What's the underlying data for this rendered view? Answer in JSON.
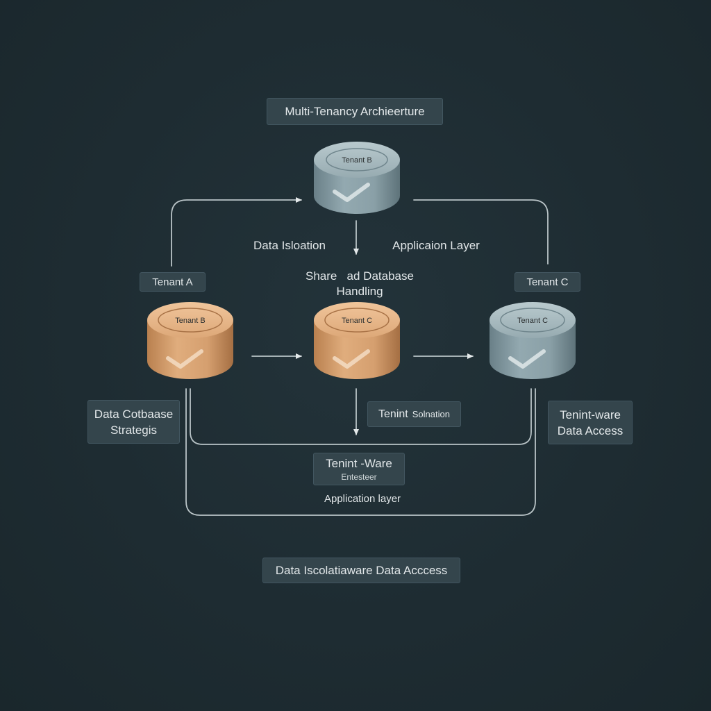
{
  "title": "Multi-Tenancy Archieerture",
  "databases": {
    "top": {
      "label": "Tenant  B",
      "color": "#8fa6ad"
    },
    "left": {
      "label": "Tenant B",
      "color": "#d9a574"
    },
    "center": {
      "label": "Tenant C",
      "color": "#d9a574"
    },
    "right": {
      "label": "Tenant C",
      "color": "#8fa6ad"
    }
  },
  "labels": {
    "data_isolation": "Data Isloation",
    "application_layer_top": "Applicaion Layer",
    "shared_db_line1": "Share   ad Database",
    "shared_db_line2": "Handling",
    "application_layer_bottom": "Application layer"
  },
  "boxes": {
    "tenant_a": "Tenant A",
    "tenant_c": "Tenant C",
    "strategies_line1": "Data Cotbaase",
    "strategies_line2": "Strategis",
    "tenant_isolation_main": "Tenint",
    "tenant_isolation_small": "Solnation",
    "tenant_aware_access_line1": "Tenint-ware",
    "tenant_aware_access_line2": "Data Access",
    "tenant_aware_main": "Tenint -Ware",
    "tenant_aware_small": "Entesteer",
    "footer": "Data Iscolatiaware Data Acccess"
  }
}
